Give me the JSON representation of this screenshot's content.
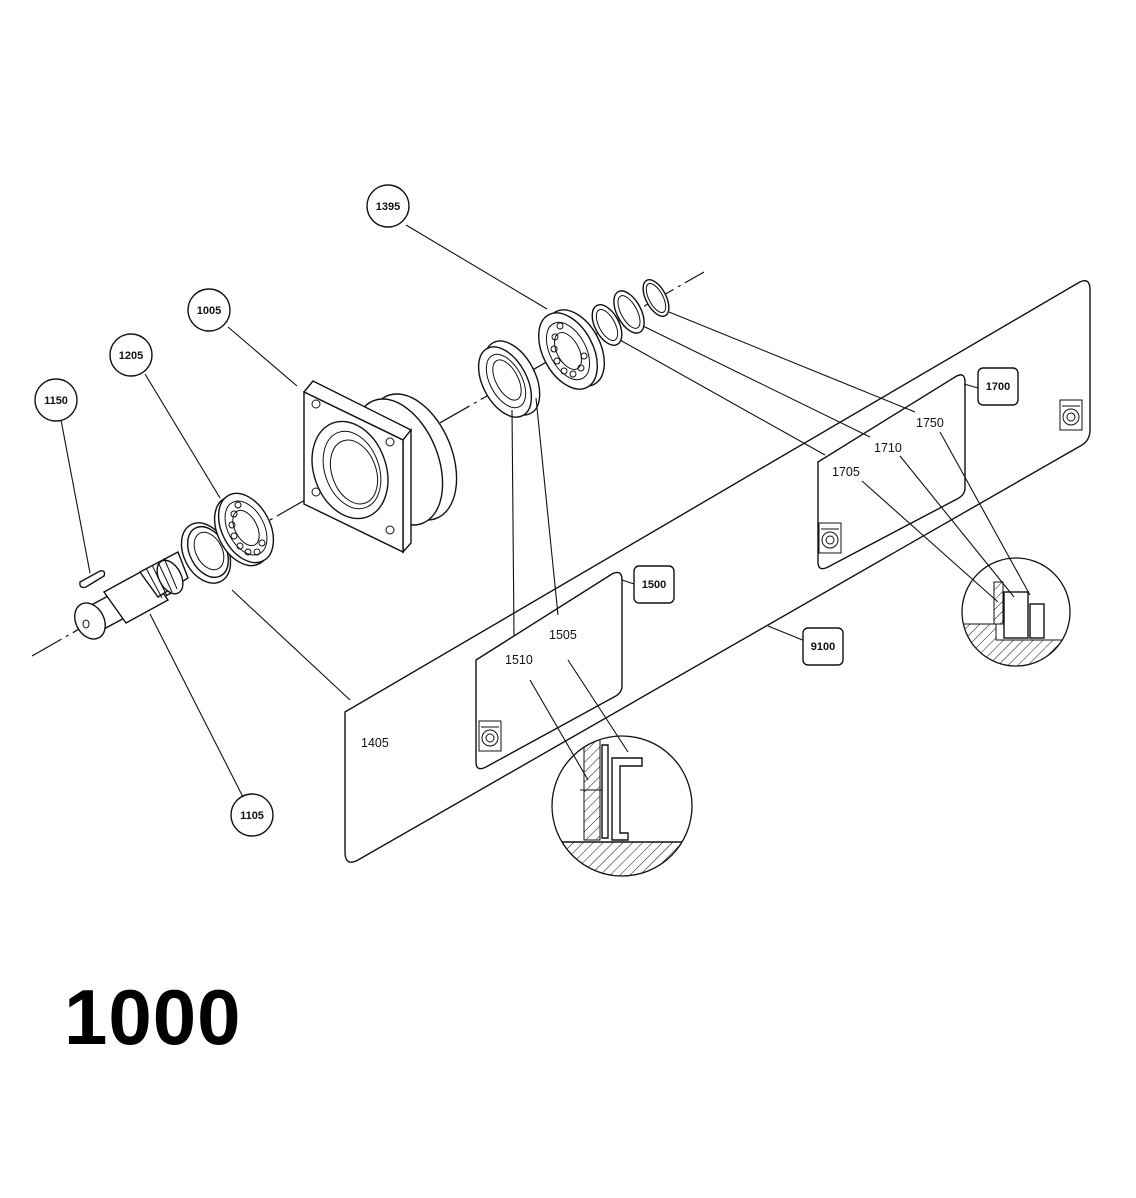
{
  "assembly_number": "1000",
  "callouts": [
    {
      "id": "c1395",
      "label": "1395"
    },
    {
      "id": "c1005",
      "label": "1005"
    },
    {
      "id": "c1205",
      "label": "1205"
    },
    {
      "id": "c1150",
      "label": "1150"
    },
    {
      "id": "c1105",
      "label": "1105"
    },
    {
      "id": "c1700",
      "label": "1700"
    },
    {
      "id": "c1500",
      "label": "1500"
    },
    {
      "id": "c9100",
      "label": "9100"
    }
  ],
  "part_labels": [
    {
      "id": "p1750",
      "label": "1750"
    },
    {
      "id": "p1710",
      "label": "1710"
    },
    {
      "id": "p1705",
      "label": "1705"
    },
    {
      "id": "p1505",
      "label": "1505"
    },
    {
      "id": "p1510",
      "label": "1510"
    },
    {
      "id": "p1405",
      "label": "1405"
    }
  ]
}
